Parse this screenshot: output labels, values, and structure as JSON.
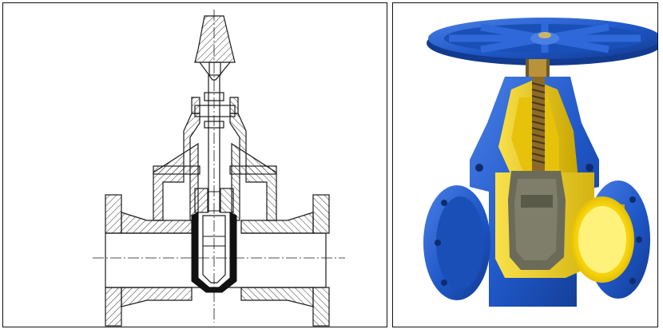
{
  "figure": {
    "left_panel": {
      "kind": "technical cross-section drawing",
      "subject": "gate-valve-section"
    },
    "right_panel": {
      "kind": "photograph with cutaway",
      "subject": "gate-valve-cutaway"
    }
  },
  "colors": {
    "line": "#1a1a1a",
    "hatch": "#333333",
    "seal_black": "#111111",
    "body_blue": "#1f57c7",
    "body_blue_dark": "#123a8f",
    "body_blue_light": "#4a7fe6",
    "cutaway_yellow": "#f5d10a",
    "cutaway_yellow_dark": "#c9a600",
    "stem_brass": "#b9923a",
    "wedge_grey": "#6b6b5a"
  }
}
